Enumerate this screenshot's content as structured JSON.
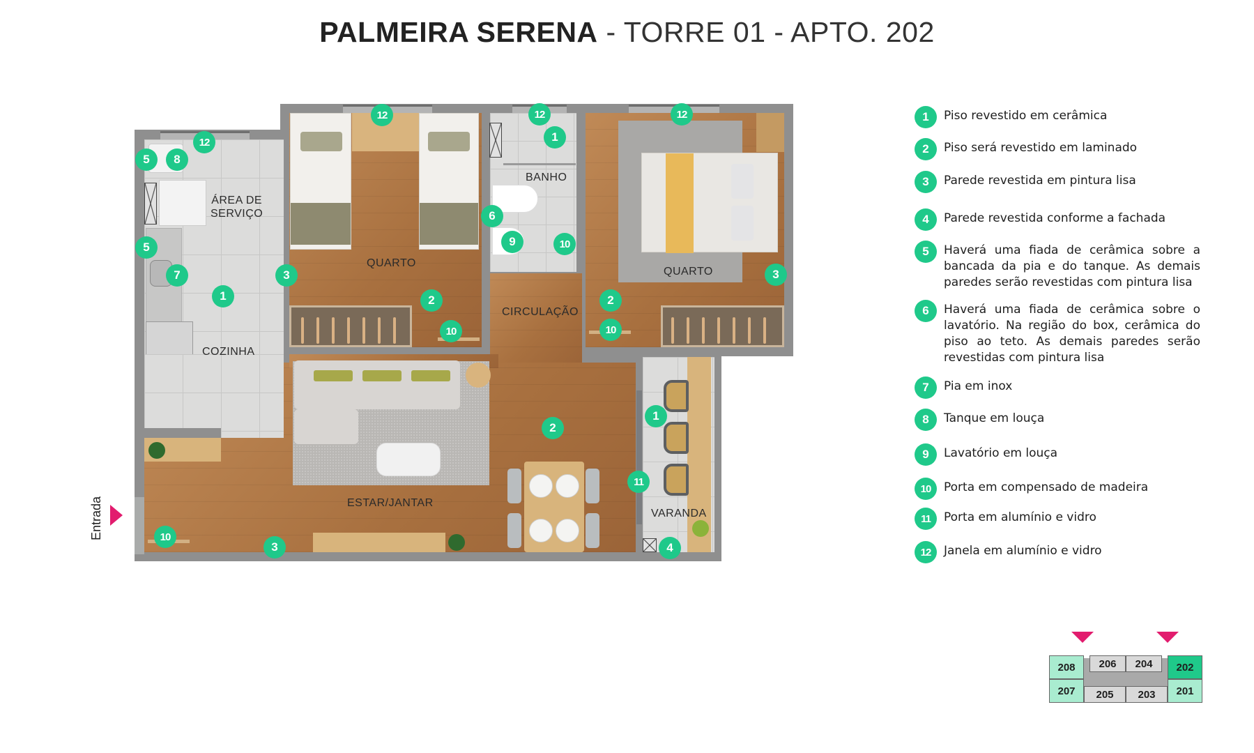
{
  "header": {
    "title_bold": "PALMEIRA SERENA",
    "title_light": " - TORRE 01 - APTO. 202"
  },
  "colors": {
    "marker": "#1fc98a",
    "accent_arrow": "#e21c6e",
    "wall": "#8f8f8f",
    "active_unit": "#1fc98a",
    "other_side_units": "#a9ecd0",
    "inner_units": "#d9d9d9"
  },
  "plan": {
    "entrance_label": "Entrada",
    "rooms": {
      "area_servico": "ÁREA DE\nSERVIÇO",
      "area_servico_line1": "ÁREA DE",
      "area_servico_line2": "SERVIÇO",
      "cozinha": "COZINHA",
      "quarto_1": "QUARTO",
      "banho": "BANHO",
      "circulacao": "CIRCULAÇÃO",
      "quarto_2": "QUARTO",
      "estar_jantar": "ESTAR/JANTAR",
      "varanda": "VARANDA"
    },
    "markers": [
      {
        "n": "12",
        "where": "area-servico-window"
      },
      {
        "n": "5",
        "where": "area-servico-tanque-wall"
      },
      {
        "n": "8",
        "where": "tanque"
      },
      {
        "n": "5",
        "where": "cozinha-bancada-wall"
      },
      {
        "n": "7",
        "where": "pia"
      },
      {
        "n": "1",
        "where": "cozinha-floor"
      },
      {
        "n": "12",
        "where": "quarto-1-window"
      },
      {
        "n": "3",
        "where": "quarto-1-wall"
      },
      {
        "n": "2",
        "where": "quarto-1-floor"
      },
      {
        "n": "10",
        "where": "quarto-1-door"
      },
      {
        "n": "12",
        "where": "banho-window"
      },
      {
        "n": "1",
        "where": "banho-floor"
      },
      {
        "n": "6",
        "where": "banho-lavatorio-wall"
      },
      {
        "n": "9",
        "where": "lavatorio"
      },
      {
        "n": "10",
        "where": "banho-door"
      },
      {
        "n": "12",
        "where": "quarto-2-window"
      },
      {
        "n": "3",
        "where": "quarto-2-wall"
      },
      {
        "n": "2",
        "where": "quarto-2-floor"
      },
      {
        "n": "10",
        "where": "quarto-2-door"
      },
      {
        "n": "2",
        "where": "estar-floor"
      },
      {
        "n": "10",
        "where": "entrance-door"
      },
      {
        "n": "3",
        "where": "estar-wall"
      },
      {
        "n": "1",
        "where": "varanda-floor"
      },
      {
        "n": "11",
        "where": "varanda-door"
      },
      {
        "n": "4",
        "where": "varanda-wall"
      }
    ]
  },
  "legend": [
    {
      "n": "1",
      "text": "Piso revestido em cerâmica"
    },
    {
      "n": "2",
      "text": "Piso será revestido em laminado"
    },
    {
      "n": "3",
      "text": "Parede revestida em pintura lisa"
    },
    {
      "n": "4",
      "text": "Parede revestida conforme a fachada"
    },
    {
      "n": "5",
      "text": "Haverá uma fiada de cerâmica sobre a bancada da pia e do tanque. As demais paredes serão revestidas com pintura lisa"
    },
    {
      "n": "6",
      "text": "Haverá uma fiada de cerâmica sobre o lavatório. Na região do box, cerâmica do piso ao teto. As demais paredes serão revestidas com pintura lisa"
    },
    {
      "n": "7",
      "text": "Pia em inox"
    },
    {
      "n": "8",
      "text": "Tanque em louça"
    },
    {
      "n": "9",
      "text": "Lavatório em louça"
    },
    {
      "n": "10",
      "text": "Porta em compensado de madeira"
    },
    {
      "n": "11",
      "text": "Porta em alumínio e vidro"
    },
    {
      "n": "12",
      "text": "Janela em alumínio e vidro"
    }
  ],
  "key_plan": {
    "units_top": [
      "208",
      "206",
      "204",
      "202"
    ],
    "units_bottom": [
      "207",
      "205",
      "203",
      "201"
    ],
    "selected": "202"
  }
}
